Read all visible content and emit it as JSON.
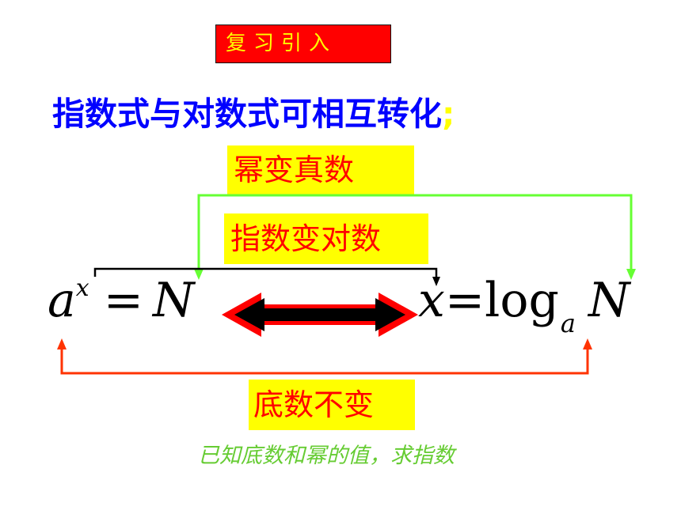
{
  "header": {
    "tag": "复习引入"
  },
  "headline": {
    "text": "指数式与对数式可相互转化",
    "suffix": ";"
  },
  "labels": {
    "power_to_antilog": "幂变真数",
    "exponent_to_log": "指数变对数",
    "base_unchanged": "底数不变"
  },
  "formula_left": {
    "base": "a",
    "exponent": "x",
    "equals": "=",
    "rhs": "N"
  },
  "formula_right": {
    "lhs": "x",
    "equals": "=",
    "log": "log",
    "subscript": "a",
    "arg": "N"
  },
  "note": {
    "text": "已知底数和幂的值，求指数"
  },
  "colors": {
    "tag_bg": "#ff0000",
    "tag_text": "#ffff00",
    "headline": "#0000ff",
    "label_bg": "#ffff00",
    "label_text": "#ff0000",
    "green_arrow": "#66ff33",
    "orange_arrow": "#ff3300",
    "note": "#66cc33"
  }
}
